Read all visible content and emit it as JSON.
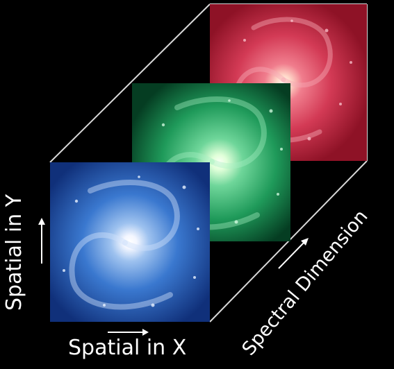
{
  "axes": {
    "x_label": "Spatial in X",
    "y_label": "Spatial in Y",
    "spectral_label": "Spectral Dimension"
  },
  "slices": [
    {
      "band": "red",
      "color": "#c8243e"
    },
    {
      "band": "green",
      "color": "#1fa25e"
    },
    {
      "band": "blue",
      "color": "#2f6fd0"
    }
  ],
  "colors": {
    "background": "#000000",
    "outline": "#d9d9d9",
    "text": "#ffffff"
  }
}
